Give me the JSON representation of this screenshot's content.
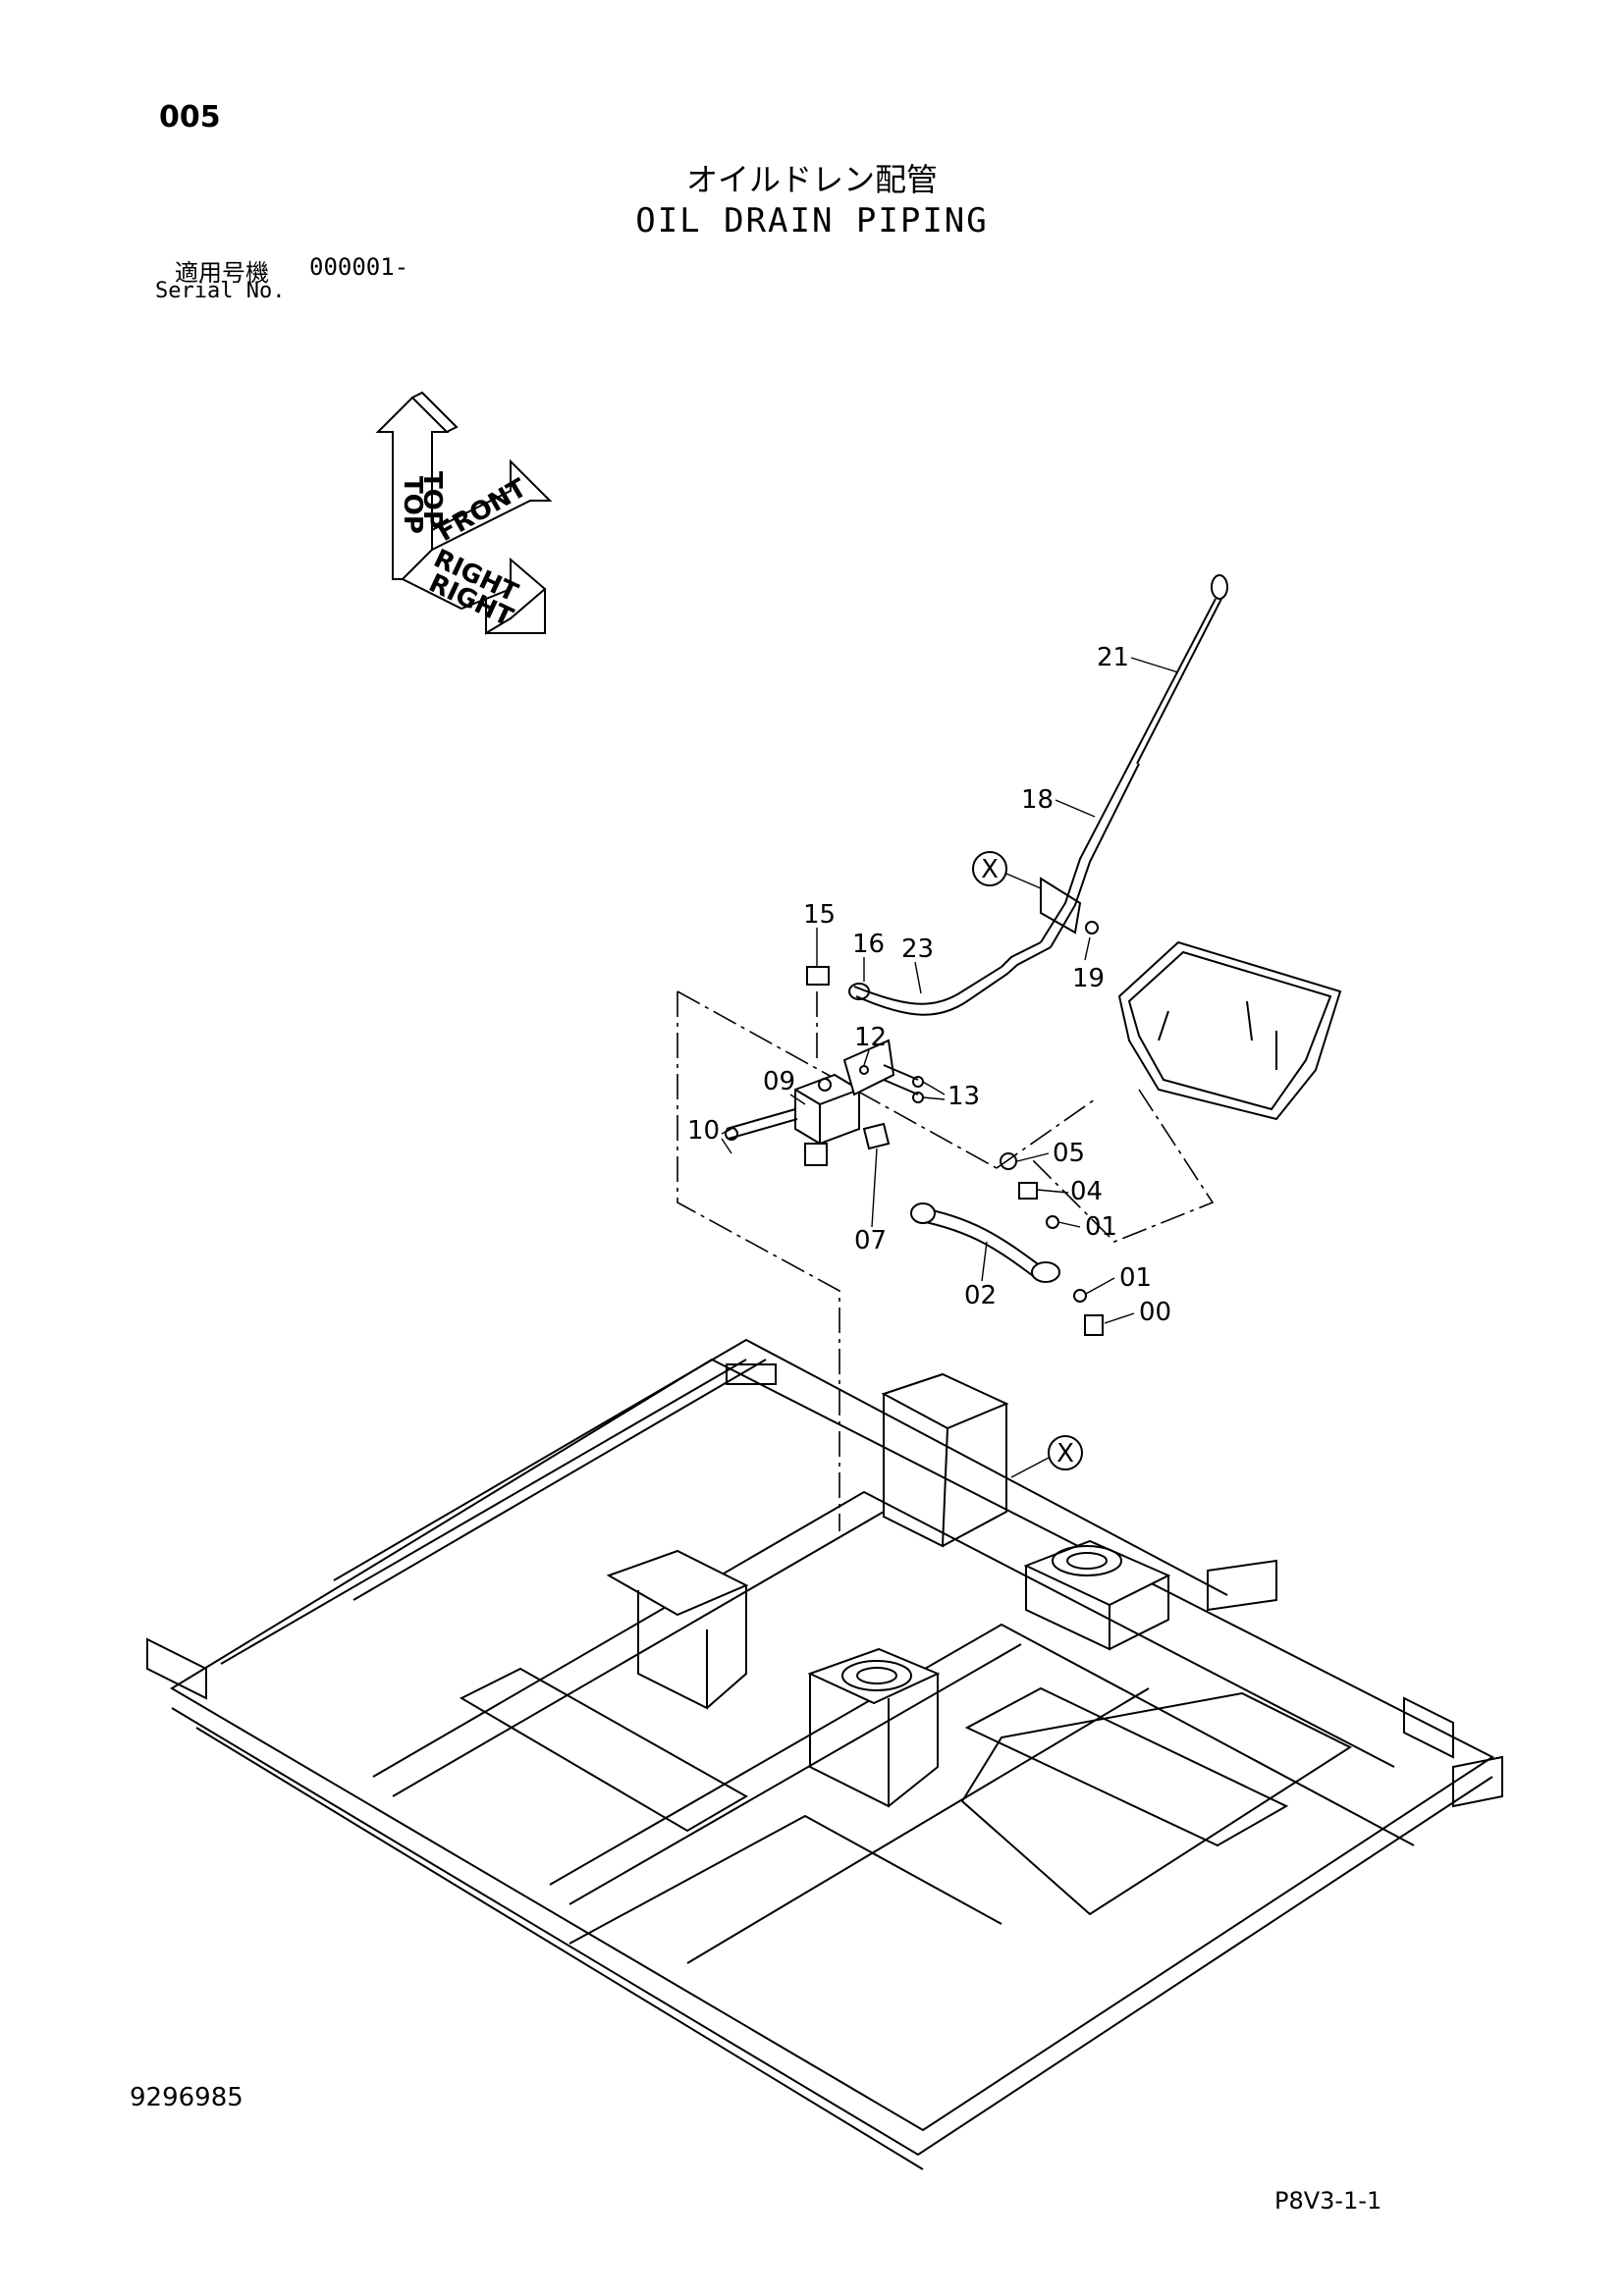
{
  "header": {
    "page_number": "005",
    "title_jp": "オイルドレン配管",
    "title_en": "OIL DRAIN PIPING",
    "serial_label_jp": "適用号機",
    "serial_value": "000001-",
    "serial_label_en": "Serial No."
  },
  "orientation_labels": {
    "top": "TOP",
    "front": "FRONT",
    "right": "RIGHT"
  },
  "detail_marker": "X",
  "callouts": {
    "c21": "21",
    "c18": "18",
    "c19": "19",
    "c15": "15",
    "c16": "16",
    "c23": "23",
    "c12": "12",
    "c09": "09",
    "c13": "13",
    "c10": "10",
    "c07": "07",
    "c05": "05",
    "c04": "04",
    "c01a": "01",
    "c02": "02",
    "c01b": "01",
    "c00": "00"
  },
  "footer": {
    "doc_number": "9296985",
    "page_code": "P8V3-1-1"
  }
}
